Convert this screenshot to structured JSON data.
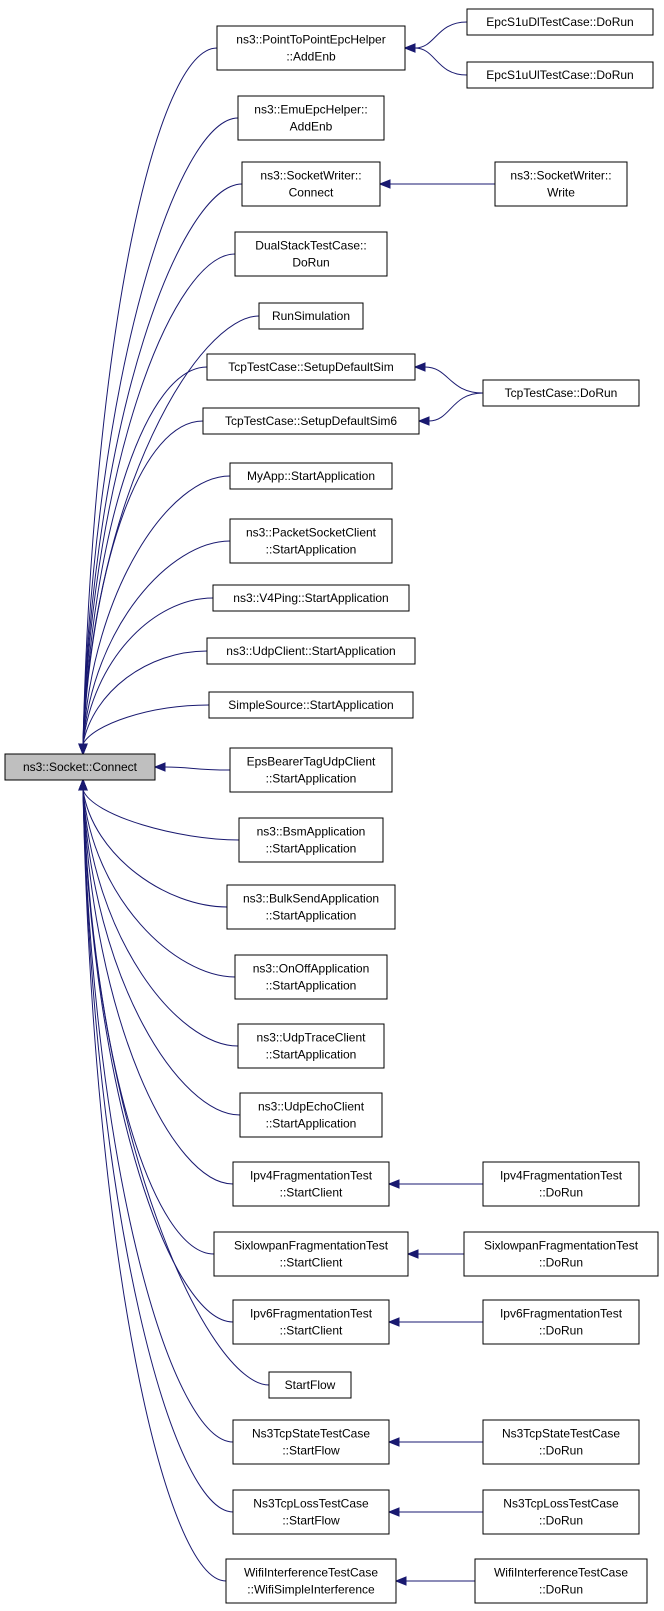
{
  "colors": {
    "edge": "#191970",
    "root_fill": "#bfbfbf",
    "node_fill": "#ffffff",
    "border": "#000000"
  },
  "nodes": {
    "root": {
      "lines": [
        "ns3::Socket::Connect"
      ]
    },
    "p2p_addenb": {
      "lines": [
        "ns3::PointToPointEpcHelper",
        "::AddEnb"
      ]
    },
    "emu_addenb": {
      "lines": [
        "ns3::EmuEpcHelper::",
        "AddEnb"
      ]
    },
    "sw_connect": {
      "lines": [
        "ns3::SocketWriter::",
        "Connect"
      ]
    },
    "dualstack": {
      "lines": [
        "DualStackTestCase::",
        "DoRun"
      ]
    },
    "runsim": {
      "lines": [
        "RunSimulation"
      ]
    },
    "tcp_setup": {
      "lines": [
        "TcpTestCase::SetupDefaultSim"
      ]
    },
    "tcp_setup6": {
      "lines": [
        "TcpTestCase::SetupDefaultSim6"
      ]
    },
    "myapp": {
      "lines": [
        "MyApp::StartApplication"
      ]
    },
    "packetsock": {
      "lines": [
        "ns3::PacketSocketClient",
        "::StartApplication"
      ]
    },
    "v4ping": {
      "lines": [
        "ns3::V4Ping::StartApplication"
      ]
    },
    "udpclient": {
      "lines": [
        "ns3::UdpClient::StartApplication"
      ]
    },
    "simplesource": {
      "lines": [
        "SimpleSource::StartApplication"
      ]
    },
    "epsbearer": {
      "lines": [
        "EpsBearerTagUdpClient",
        "::StartApplication"
      ]
    },
    "bsm": {
      "lines": [
        "ns3::BsmApplication",
        "::StartApplication"
      ]
    },
    "bulksend": {
      "lines": [
        "ns3::BulkSendApplication",
        "::StartApplication"
      ]
    },
    "onoff": {
      "lines": [
        "ns3::OnOffApplication",
        "::StartApplication"
      ]
    },
    "udptrace": {
      "lines": [
        "ns3::UdpTraceClient",
        "::StartApplication"
      ]
    },
    "udpecho": {
      "lines": [
        "ns3::UdpEchoClient",
        "::StartApplication"
      ]
    },
    "ipv4frag": {
      "lines": [
        "Ipv4FragmentationTest",
        "::StartClient"
      ]
    },
    "sixlowpan": {
      "lines": [
        "SixlowpanFragmentationTest",
        "::StartClient"
      ]
    },
    "ipv6frag": {
      "lines": [
        "Ipv6FragmentationTest",
        "::StartClient"
      ]
    },
    "startflow": {
      "lines": [
        "StartFlow"
      ]
    },
    "ns3tcpstate": {
      "lines": [
        "Ns3TcpStateTestCase",
        "::StartFlow"
      ]
    },
    "ns3tcploss": {
      "lines": [
        "Ns3TcpLossTestCase",
        "::StartFlow"
      ]
    },
    "wifiinterf": {
      "lines": [
        "WifiInterferenceTestCase",
        "::WifiSimpleInterference"
      ]
    },
    "epcs1udl": {
      "lines": [
        "EpcS1uDlTestCase::DoRun"
      ]
    },
    "epcs1uul": {
      "lines": [
        "EpcS1uUlTestCase::DoRun"
      ]
    },
    "sw_write": {
      "lines": [
        "ns3::SocketWriter::",
        "Write"
      ]
    },
    "tcp_dorun": {
      "lines": [
        "TcpTestCase::DoRun"
      ]
    },
    "ipv4frag_dorun": {
      "lines": [
        "Ipv4FragmentationTest",
        "::DoRun"
      ]
    },
    "sixlowpan_dorun": {
      "lines": [
        "SixlowpanFragmentationTest",
        "::DoRun"
      ]
    },
    "ipv6frag_dorun": {
      "lines": [
        "Ipv6FragmentationTest",
        "::DoRun"
      ]
    },
    "ns3tcpstate_dorun": {
      "lines": [
        "Ns3TcpStateTestCase",
        "::DoRun"
      ]
    },
    "ns3tcploss_dorun": {
      "lines": [
        "Ns3TcpLossTestCase",
        "::DoRun"
      ]
    },
    "wifiinterf_dorun": {
      "lines": [
        "WifiInterferenceTestCase",
        "::DoRun"
      ]
    }
  },
  "edges": [
    {
      "from": "p2p_addenb",
      "to": "root"
    },
    {
      "from": "emu_addenb",
      "to": "root"
    },
    {
      "from": "sw_connect",
      "to": "root"
    },
    {
      "from": "dualstack",
      "to": "root"
    },
    {
      "from": "runsim",
      "to": "root"
    },
    {
      "from": "tcp_setup",
      "to": "root"
    },
    {
      "from": "tcp_setup6",
      "to": "root"
    },
    {
      "from": "myapp",
      "to": "root"
    },
    {
      "from": "packetsock",
      "to": "root"
    },
    {
      "from": "v4ping",
      "to": "root"
    },
    {
      "from": "udpclient",
      "to": "root"
    },
    {
      "from": "simplesource",
      "to": "root"
    },
    {
      "from": "epsbearer",
      "to": "root"
    },
    {
      "from": "bsm",
      "to": "root"
    },
    {
      "from": "bulksend",
      "to": "root"
    },
    {
      "from": "onoff",
      "to": "root"
    },
    {
      "from": "udptrace",
      "to": "root"
    },
    {
      "from": "udpecho",
      "to": "root"
    },
    {
      "from": "ipv4frag",
      "to": "root"
    },
    {
      "from": "sixlowpan",
      "to": "root"
    },
    {
      "from": "ipv6frag",
      "to": "root"
    },
    {
      "from": "startflow",
      "to": "root"
    },
    {
      "from": "ns3tcpstate",
      "to": "root"
    },
    {
      "from": "ns3tcploss",
      "to": "root"
    },
    {
      "from": "wifiinterf",
      "to": "root"
    },
    {
      "from": "epcs1udl",
      "to": "p2p_addenb"
    },
    {
      "from": "epcs1uul",
      "to": "p2p_addenb"
    },
    {
      "from": "sw_write",
      "to": "sw_connect"
    },
    {
      "from": "tcp_dorun",
      "to": "tcp_setup"
    },
    {
      "from": "tcp_dorun",
      "to": "tcp_setup6"
    },
    {
      "from": "ipv4frag_dorun",
      "to": "ipv4frag"
    },
    {
      "from": "sixlowpan_dorun",
      "to": "sixlowpan"
    },
    {
      "from": "ipv6frag_dorun",
      "to": "ipv6frag"
    },
    {
      "from": "ns3tcpstate_dorun",
      "to": "ns3tcpstate"
    },
    {
      "from": "ns3tcploss_dorun",
      "to": "ns3tcploss"
    },
    {
      "from": "wifiinterf_dorun",
      "to": "wifiinterf"
    }
  ]
}
